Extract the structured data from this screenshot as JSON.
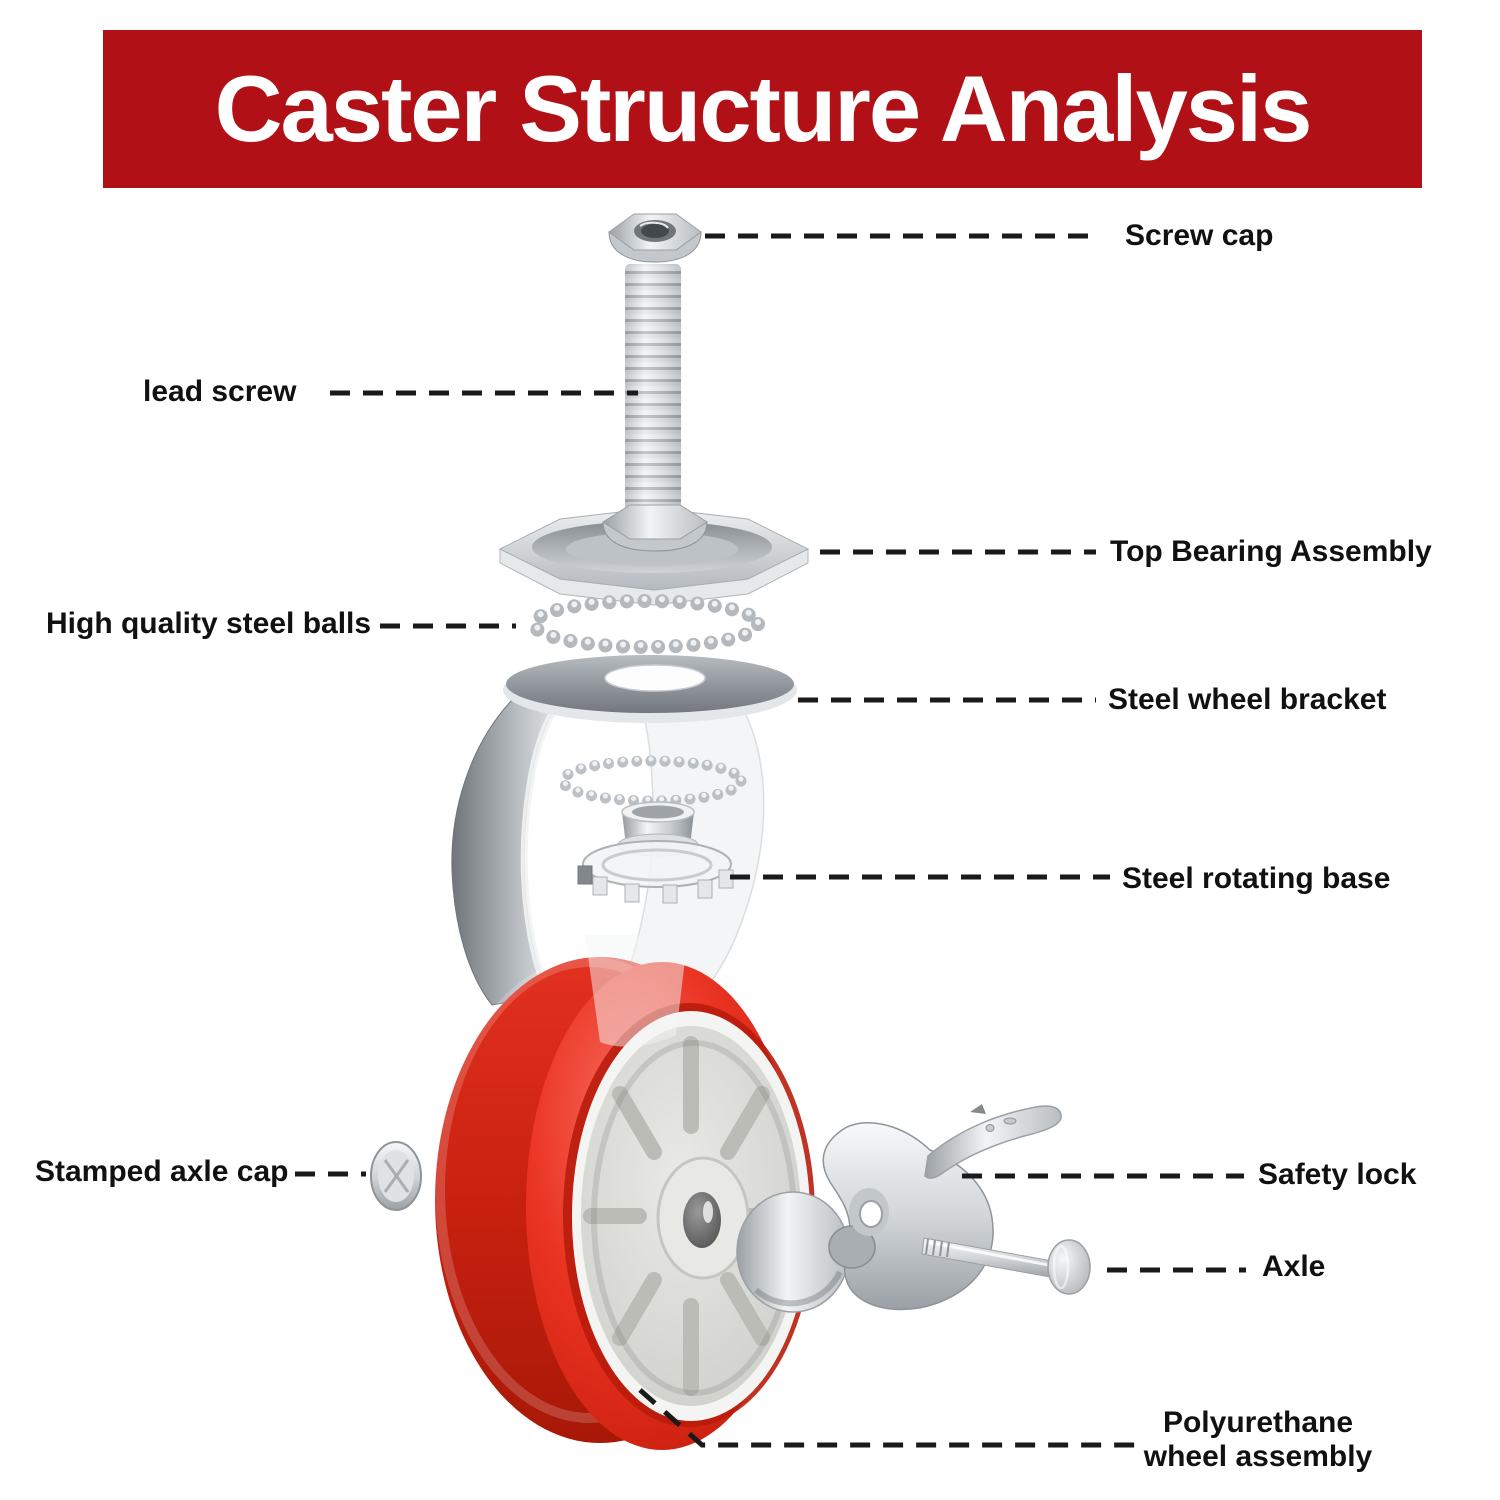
{
  "banner": {
    "title": "Caster Structure Analysis",
    "bg_color": "#b11116",
    "text_color": "#ffffff"
  },
  "labels": {
    "screw_cap": "Screw cap",
    "lead_screw": "lead screw",
    "top_bearing": "Top Bearing Assembly",
    "steel_balls": "High quality steel balls",
    "wheel_bracket": "Steel wheel bracket",
    "rotating_base": "Steel rotating base",
    "stamped_axle_cap": "Stamped axle cap",
    "safety_lock": "Safety lock",
    "axle": "Axle",
    "wheel_assembly_line1": "Polyurethane",
    "wheel_assembly_line2": "wheel assembly"
  },
  "colors": {
    "leader_line": "#1a1a1a",
    "label_text": "#111111",
    "wheel_red": "#e2291a",
    "wheel_red_dark": "#b81c0c",
    "hub_gray": "#d9d9d6",
    "metal_light": "#f2f4f5",
    "metal_dark": "#8e9499",
    "background": "#ffffff"
  }
}
